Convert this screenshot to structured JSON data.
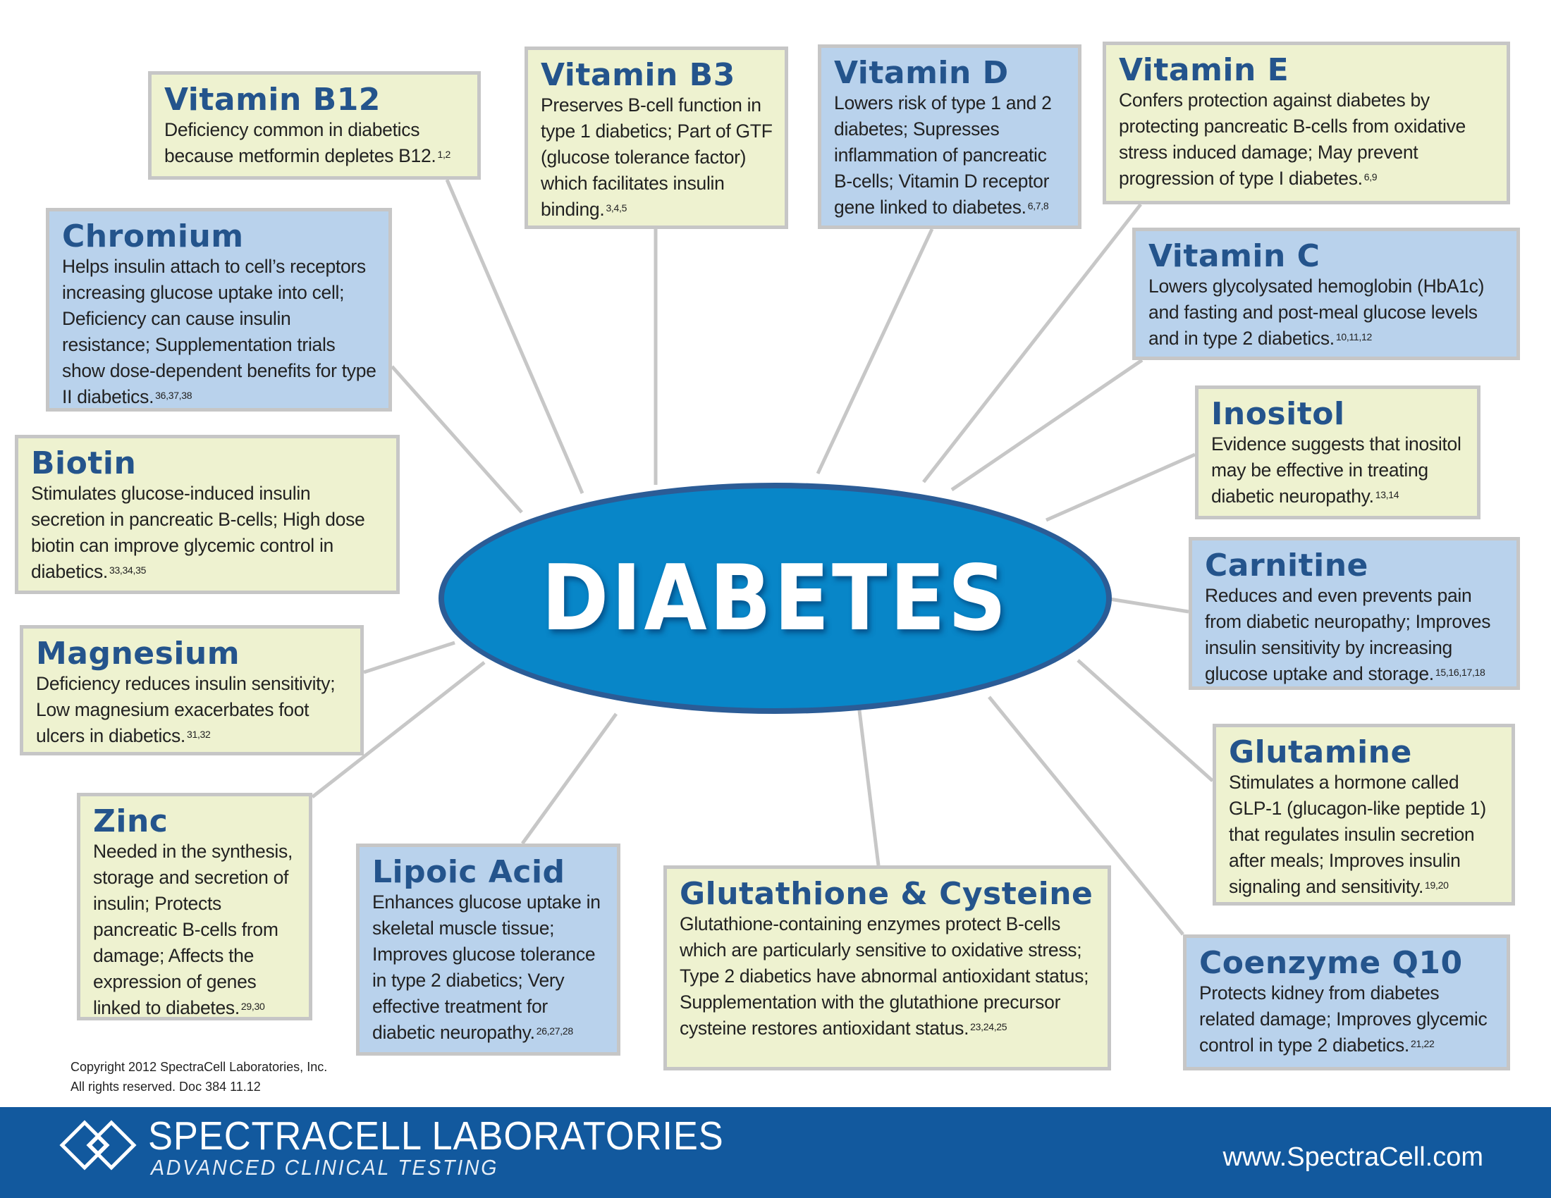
{
  "center": {
    "label": "DIABETES",
    "color": "#0886c8",
    "border_color": "#2b5c96"
  },
  "colors": {
    "title": "#24548c",
    "yellow_box": "#eef2d0",
    "blue_box": "#b9d2ec",
    "box_border": "#c6c6c6",
    "connector": "#c7c7c7",
    "footer": "#12599e"
  },
  "nutrients": {
    "vitamin_b12": {
      "title": "Vitamin B12",
      "desc": "Deficiency common in diabetics because metformin depletes B12.",
      "refs": "1,2"
    },
    "vitamin_b3": {
      "title": "Vitamin B3",
      "desc": "Preserves B-cell function in type 1 diabetics; Part of GTF (glucose tolerance factor) which facilitates insulin binding.",
      "refs": "3,4,5"
    },
    "vitamin_d": {
      "title": "Vitamin D",
      "desc": "Lowers risk of type 1 and 2 diabetes; Supresses inflammation of pancreatic B-cells; Vitamin D receptor gene linked to diabetes.",
      "refs": "6,7,8"
    },
    "vitamin_e": {
      "title": "Vitamin E",
      "desc": "Confers protection against diabetes by protecting pancreatic B-cells from oxidative stress induced damage; May prevent progression of type I diabetes.",
      "refs": "6,9"
    },
    "chromium": {
      "title": "Chromium",
      "desc": "Helps insulin attach to cell’s receptors increasing glucose uptake into cell; Deficiency can cause insulin resistance; Supplementation trials show dose-dependent benefits for type II diabetics.",
      "refs": "36,37,38"
    },
    "vitamin_c": {
      "title": "Vitamin C",
      "desc": "Lowers glycolysated hemoglobin (HbA1c) and fasting and post-meal glucose levels and in type 2 diabetics.",
      "refs": "10,11,12"
    },
    "biotin": {
      "title": "Biotin",
      "desc": "Stimulates glucose-induced insulin secretion in pancreatic B-cells; High dose biotin can improve glycemic control in diabetics.",
      "refs": "33,34,35"
    },
    "inositol": {
      "title": "Inositol",
      "desc": "Evidence suggests that inositol may be effective in treating diabetic neuropathy.",
      "refs": "13,14"
    },
    "carnitine": {
      "title": "Carnitine",
      "desc": "Reduces and even prevents pain from diabetic neuropathy; Improves insulin sensitivity by increasing glucose uptake and storage.",
      "refs": "15,16,17,18"
    },
    "magnesium": {
      "title": "Magnesium",
      "desc": "Deficiency reduces insulin sensitivity; Low magnesium exacerbates foot ulcers in diabetics.",
      "refs": "31,32"
    },
    "glutamine": {
      "title": "Glutamine",
      "desc": "Stimulates a hormone called GLP-1 (glucagon-like peptide 1) that regulates insulin secretion after meals; Improves insulin signaling and sensitivity.",
      "refs": "19,20"
    },
    "zinc": {
      "title": "Zinc",
      "desc": "Needed in the synthesis, storage and secretion of insulin; Protects pancreatic B-cells from damage; Affects the expression of genes linked to diabetes.",
      "refs": "29,30"
    },
    "lipoic_acid": {
      "title": "Lipoic Acid",
      "desc": "Enhances glucose uptake in skeletal muscle tissue; Improves glucose tolerance in type 2 diabetics; Very effective treatment for diabetic neuropathy.",
      "refs": "26,27,28"
    },
    "glutathione": {
      "title": "Glutathione & Cysteine",
      "desc": "Glutathione-containing enzymes protect B-cells which are particularly sensitive to oxidative stress; Type 2 diabetics have abnormal antioxidant status; Supplementation with the glutathione precursor cysteine restores antioxidant status.",
      "refs": "23,24,25"
    },
    "coenzyme_q10": {
      "title": "Coenzyme Q10",
      "desc": "Protects kidney from diabetes related damage; Improves glycemic control in type 2 diabetics.",
      "refs": "21,22"
    }
  },
  "copyright": {
    "line1": "Copyright 2012 SpectraCell Laboratories, Inc.",
    "line2": "All rights reserved. Doc 384 11.12"
  },
  "footer": {
    "brand": "SPECTRACELL LABORATORIES",
    "tagline": "ADVANCED CLINICAL TESTING",
    "url": "www.SpectraCell.com",
    "logo_icon": "interlocking-diamonds-logo"
  }
}
